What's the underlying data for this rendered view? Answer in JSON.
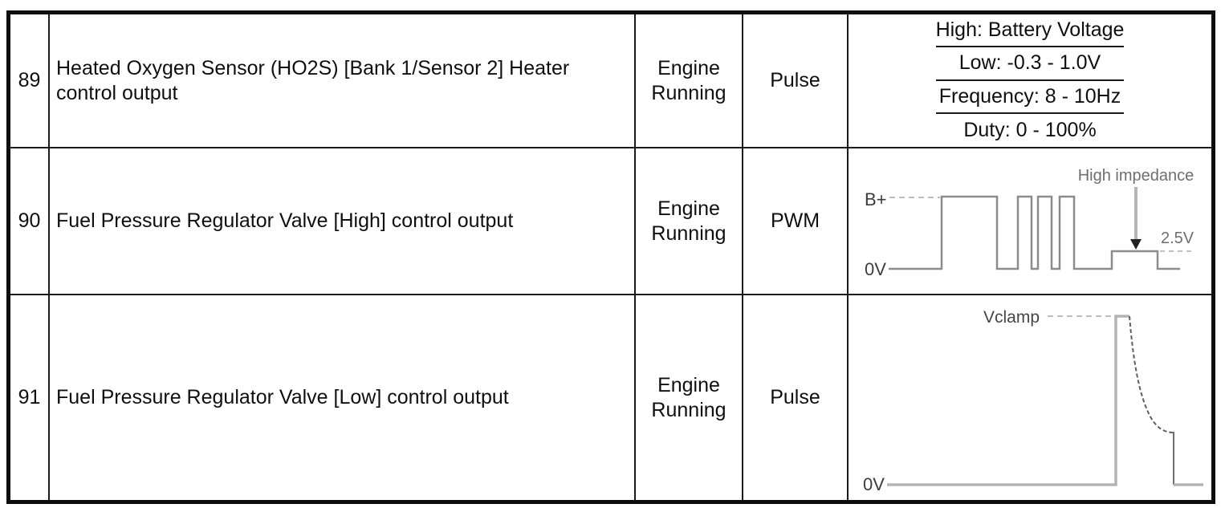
{
  "colors": {
    "table_border": "#0d0d0d",
    "grid_line": "#1a1a1a",
    "waveform_line": "#8c8c8c",
    "waveform_light": "#b3b3b3",
    "annotation_text": "#6e6e6e",
    "label_text": "#3c3c3c"
  },
  "table": {
    "rows": [
      {
        "pin": "89",
        "description": "Heated Oxygen Sensor (HO2S) [Bank 1/Sensor 2] Heater control output",
        "condition": "Engine Running",
        "signal_type": "Pulse",
        "specs": [
          "High: Battery Voltage",
          "Low: -0.3 - 1.0V",
          "Frequency: 8 - 10Hz",
          "Duty: 0 - 100%"
        ]
      },
      {
        "pin": "90",
        "description": "Fuel Pressure Regulator Valve [High] control output",
        "condition": "Engine Running",
        "signal_type": "PWM",
        "waveform": {
          "high_label": "B+",
          "low_label": "0V",
          "annotation": "High impedance",
          "mid_level_label": "2.5V"
        }
      },
      {
        "pin": "91",
        "description": "Fuel Pressure Regulator Valve [Low] control output",
        "condition": "Engine Running",
        "signal_type": "Pulse",
        "waveform": {
          "peak_label": "Vclamp",
          "low_label": "0V"
        }
      }
    ]
  }
}
